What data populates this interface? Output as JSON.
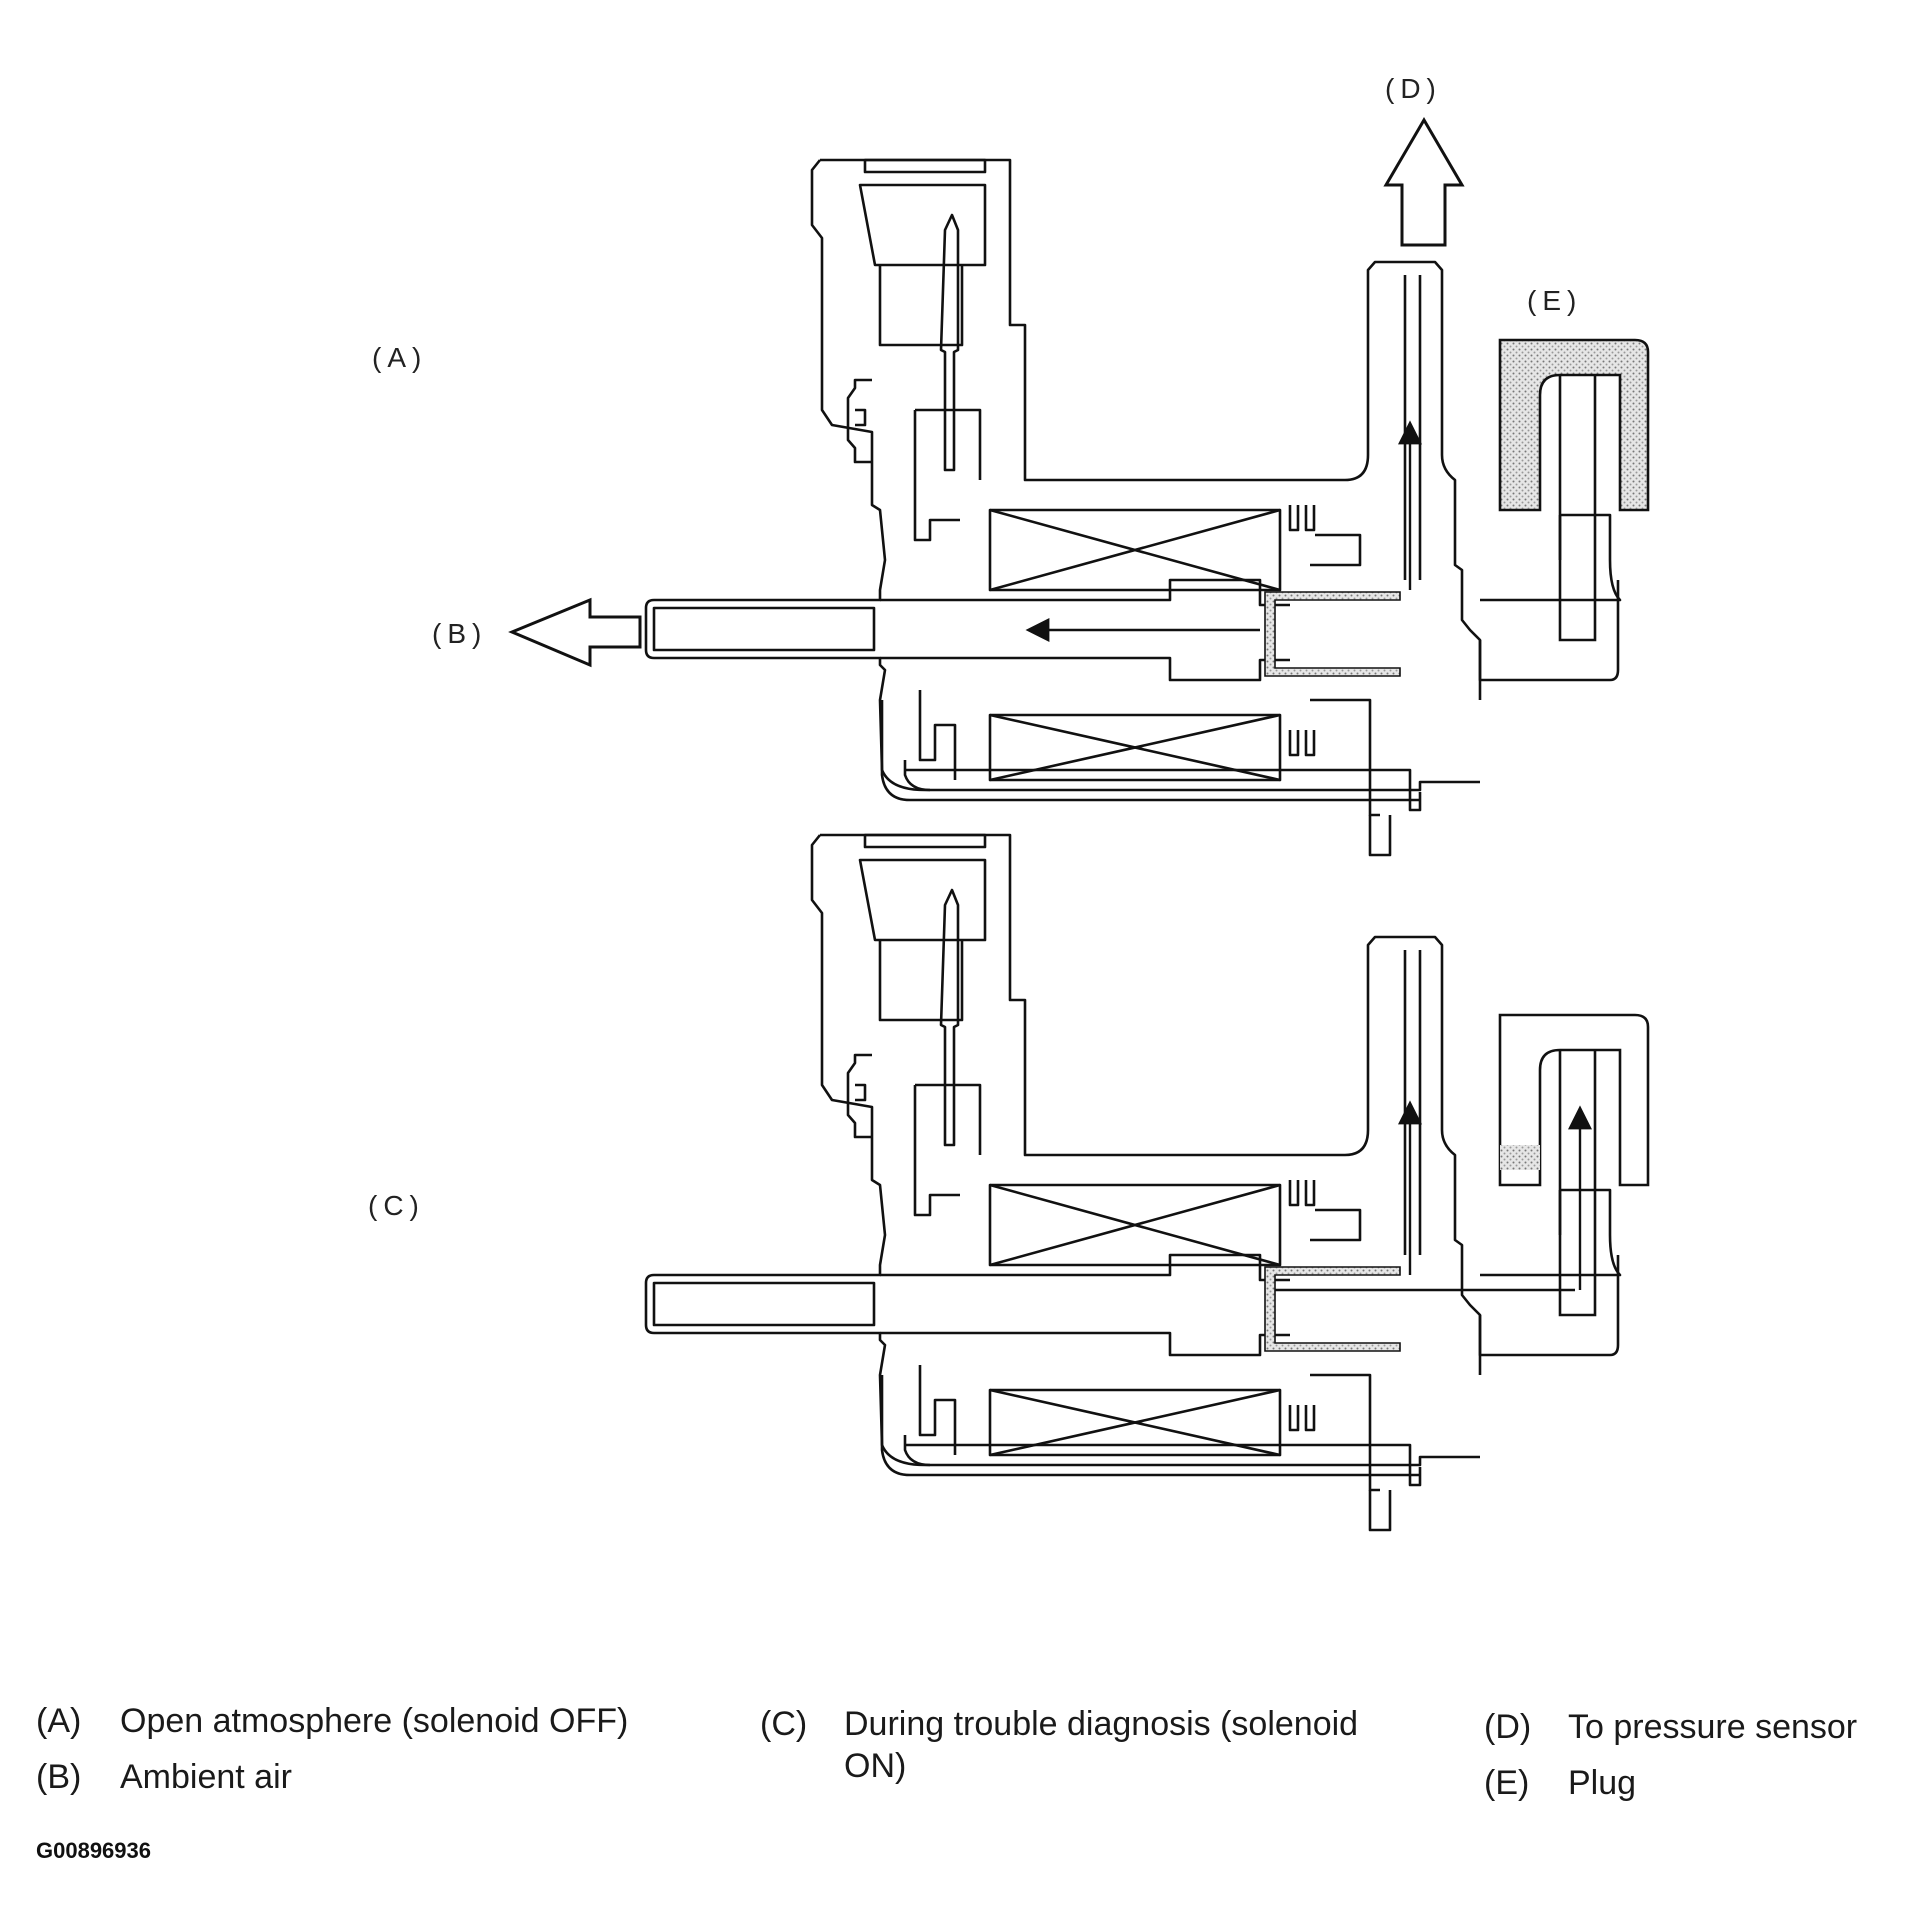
{
  "labels": {
    "a": "(A)",
    "b": "(B)",
    "c": "(C)",
    "d": "(D)",
    "e": "(E)"
  },
  "legend": [
    {
      "key": "(A)",
      "text": "Open atmosphere (solenoid OFF)"
    },
    {
      "key": "(B)",
      "text": "Ambient air"
    },
    {
      "key": "(C)",
      "text": "During trouble diagnosis (solenoid ON)"
    },
    {
      "key": "(D)",
      "text": "To pressure sensor"
    },
    {
      "key": "(E)",
      "text": "Plug"
    }
  ],
  "figure_id": "G00896936"
}
